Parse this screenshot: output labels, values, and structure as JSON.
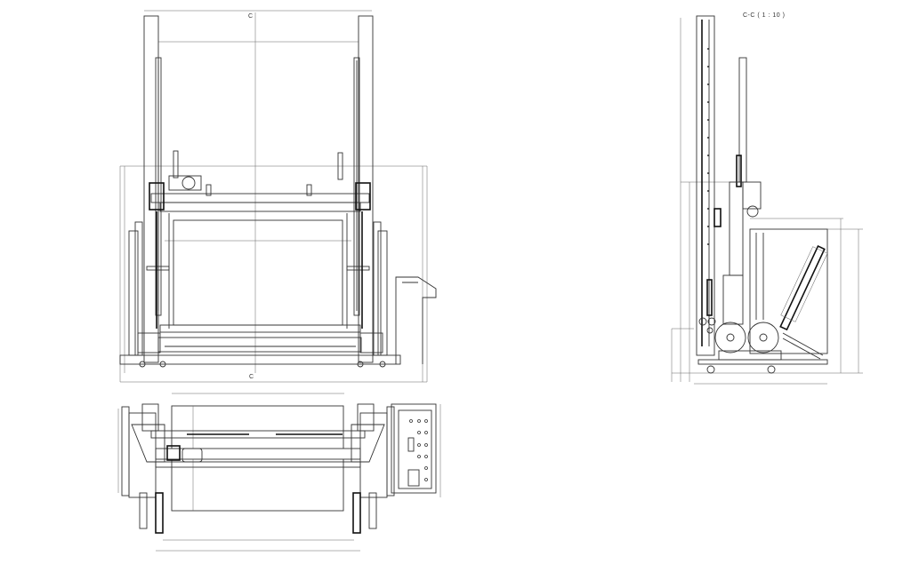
{
  "drawing": {
    "front_view": {
      "section_marker_top": "C",
      "section_marker_bottom": "C"
    },
    "section_view": {
      "title": "C-C ( 1 : 10 )"
    },
    "plan_view": {}
  }
}
